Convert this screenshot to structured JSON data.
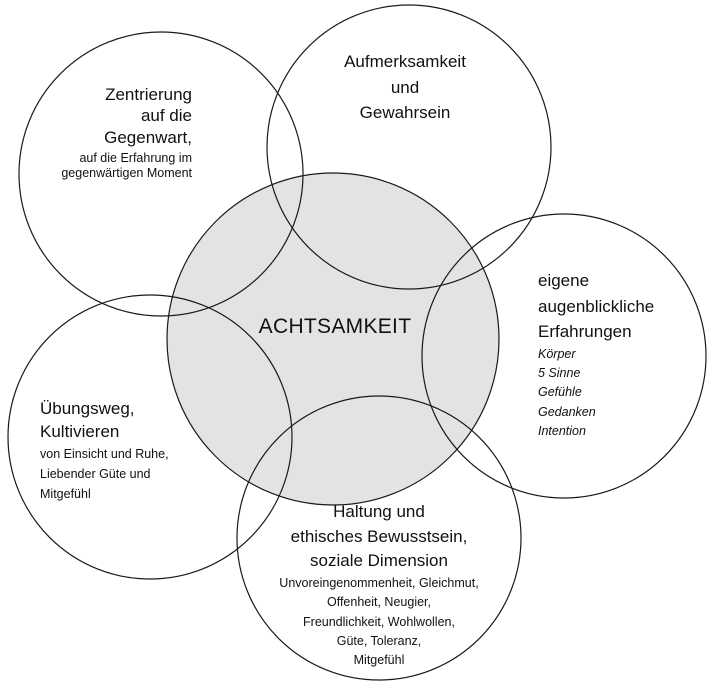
{
  "center": {
    "title": "ACHTSAMKEIT"
  },
  "top_left": {
    "line1": "Zentrierung",
    "line2": "auf die",
    "line3": "Gegenwart,",
    "sub1": "auf die Erfahrung im",
    "sub2": "gegenwärtigen Moment"
  },
  "top": {
    "line1": "Aufmerksamkeit",
    "line2": "und",
    "line3": "Gewahrsein"
  },
  "right": {
    "line1": "eigene",
    "line2": "augenblickliche",
    "line3": "Erfahrungen",
    "items": [
      "Körper",
      "5 Sinne",
      "Gefühle",
      "Gedanken",
      "Intention"
    ]
  },
  "bottom": {
    "line1": "Haltung und",
    "line2": "ethisches Bewusstsein,",
    "line3": "soziale Dimension",
    "sub1": "Unvoreingenommenheit,  Gleichmut,",
    "sub2": "Offenheit, Neugier,",
    "sub3": "Freundlichkeit,  Wohlwollen,",
    "sub4": "Güte, Toleranz,",
    "sub5": "Mitgefühl"
  },
  "left": {
    "line1": "Übungsweg,",
    "line2": "Kultivieren",
    "sub1": "von Einsicht und Ruhe,",
    "sub2": "Liebender Güte und",
    "sub3": "Mitgefühl"
  },
  "colors": {
    "center_fill": "#e3e3e3",
    "stroke": "#1a1a1a"
  }
}
